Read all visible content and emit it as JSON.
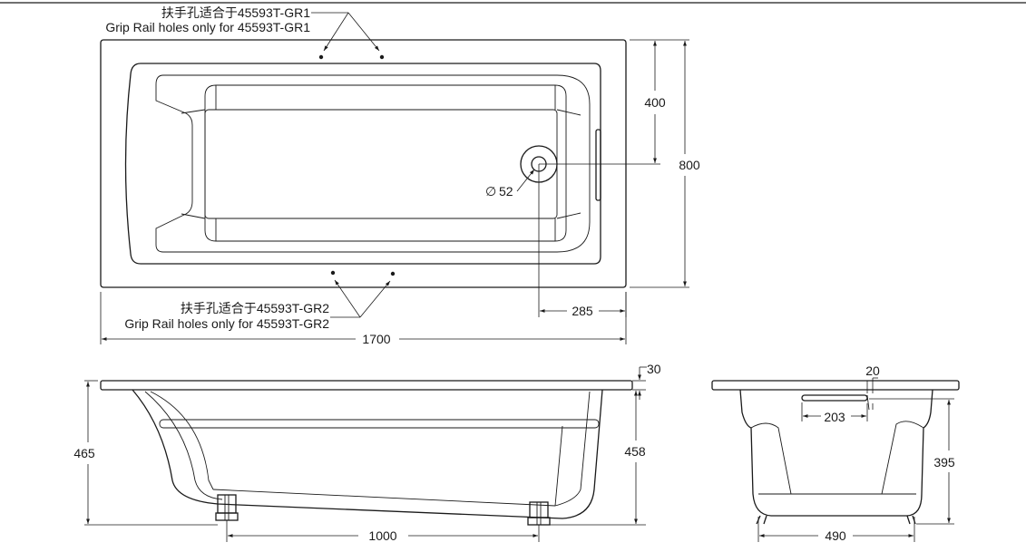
{
  "annotations": {
    "grip_top_cn": "扶手孔适合于45593T-GR1",
    "grip_top_en": "Grip Rail holes only for 45593T-GR1",
    "grip_bottom_cn": "扶手孔适合于45593T-GR2",
    "grip_bottom_en": "Grip Rail holes only for 45593T-GR2"
  },
  "dimensions": {
    "plan_length": "1700",
    "plan_width": "800",
    "half_width": "400",
    "drain_diameter": "52",
    "drain_diameter_symbol": "∅",
    "drain_offset": "285",
    "side_height": "465",
    "rim_thickness": "30",
    "inner_depth": "458",
    "feet_spacing": "1000",
    "end_rim": "20",
    "overflow_depth": "203",
    "end_height": "395",
    "base_width": "490"
  },
  "colors": {
    "line": "#1a1a1a",
    "background": "#ffffff"
  }
}
